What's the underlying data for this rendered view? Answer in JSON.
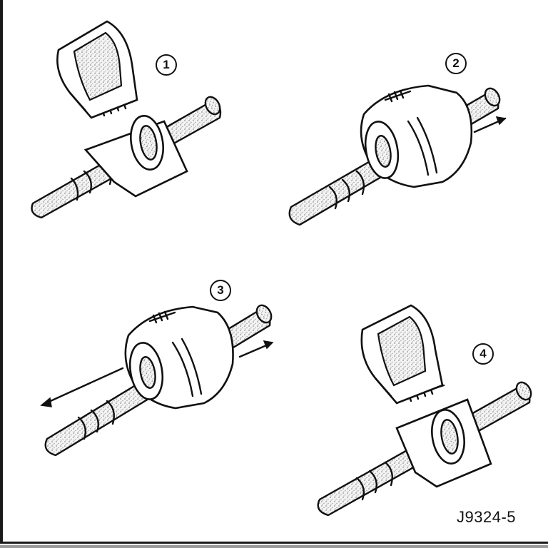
{
  "figure": {
    "steps": [
      "1",
      "2",
      "3",
      "4"
    ],
    "figure_id": "J9324-5"
  }
}
